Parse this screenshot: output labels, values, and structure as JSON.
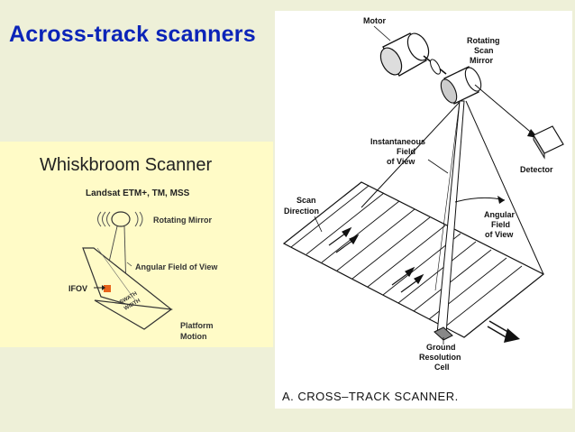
{
  "slide": {
    "title": "Across-track scanners",
    "accent_color": "#0b24b8",
    "background_color": "#eef0d8"
  },
  "whiskbroom": {
    "heading": "Whiskbroom Scanner",
    "sensors": "Landsat ETM+, TM, MSS",
    "rotating_mirror_label": "Rotating Mirror",
    "angular_fov_label": "Angular Field of View",
    "ifov_label": "IFOV",
    "swath_label_1": "SWATH",
    "swath_label_2": "WIDTH",
    "platform_label_1": "Platform",
    "platform_label_2": "Motion",
    "panel_color": "#fffbc7",
    "ifov_color": "#e8641c"
  },
  "cross_track": {
    "motor_label": "Motor",
    "mirror_label_1": "Rotating",
    "mirror_label_2": "Scan",
    "mirror_label_3": "Mirror",
    "ifov_label_1": "Instantaneous",
    "ifov_label_2": "Field",
    "ifov_label_3": "of View",
    "detector_label": "Detector",
    "scan_dir_label_1": "Scan",
    "scan_dir_label_2": "Direction",
    "afov_label_1": "Angular",
    "afov_label_2": "Field",
    "afov_label_3": "of View",
    "ground_label_1": "Ground",
    "ground_label_2": "Resolution",
    "ground_label_3": "Cell",
    "caption": "A. CROSS–TRACK SCANNER."
  }
}
